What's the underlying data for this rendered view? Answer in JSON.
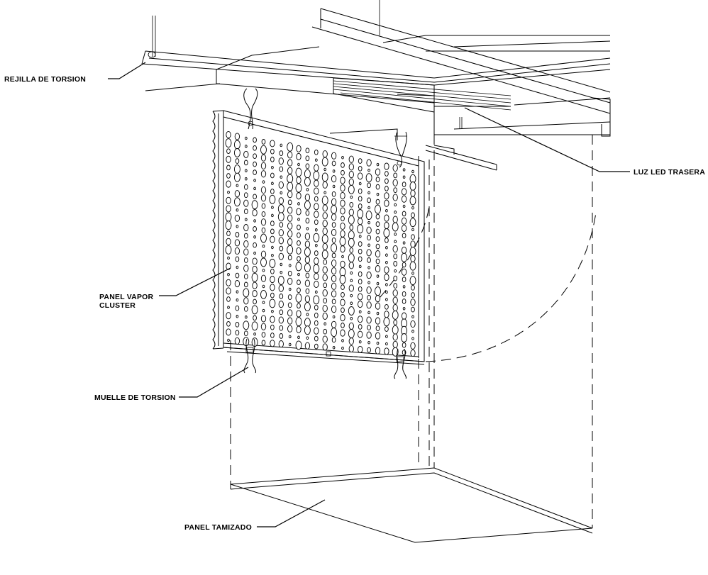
{
  "labels": {
    "rejilla": "REJILLA DE TORSION",
    "luz_led": "LUZ LED TRASERA",
    "panel_vapor_1": "PANEL VAPOR",
    "panel_vapor_2": "CLUSTER",
    "muelle": "MUELLE DE TORSION",
    "panel_tamizado": "PANEL TAMIZADO"
  }
}
